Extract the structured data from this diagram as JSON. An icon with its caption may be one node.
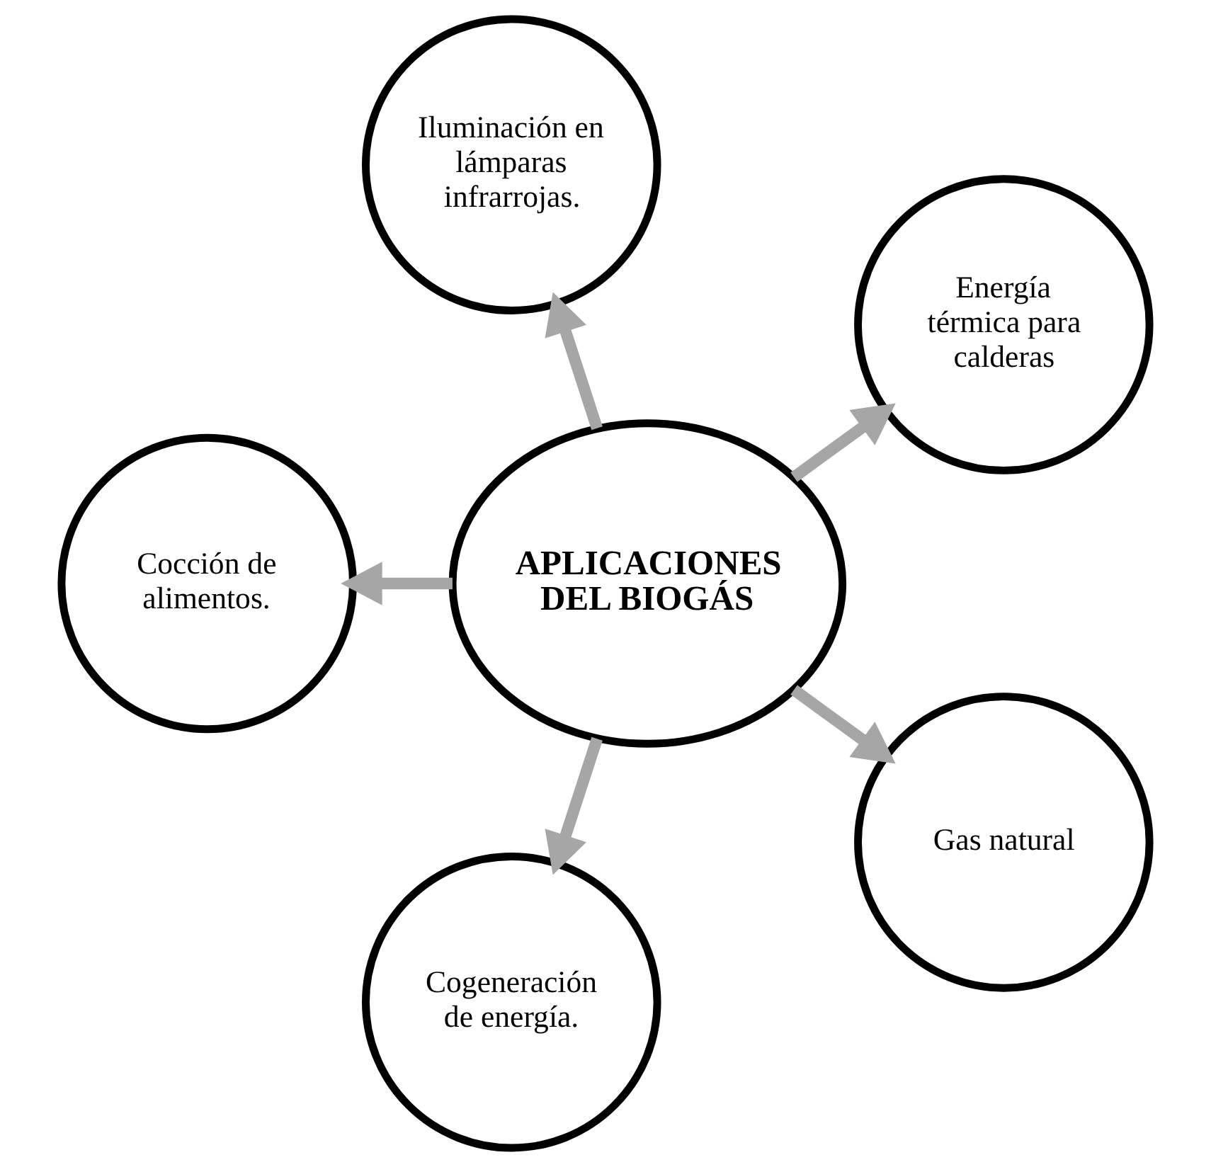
{
  "diagram": {
    "nodes": [
      {
        "text": [
          "APLICACIONES DEL BIOGÁS"
        ]
      },
      {
        "text": [
          "Energía térmica para calderas"
        ]
      },
      {
        "text": [
          "Iluminación en lámparas infrarrojas."
        ]
      },
      {
        "text": [
          "Cocción de alimentos."
        ]
      },
      {
        "text": [
          "Cogeneración de energía."
        ]
      },
      {
        "text": [
          "Gas natural"
        ]
      }
    ],
    "edges": [
      {
        "from": 0,
        "to": 1,
        "arrow": "to"
      },
      {
        "from": 0,
        "to": 2,
        "arrow": "to"
      },
      {
        "from": 0,
        "to": 3,
        "arrow": "to"
      },
      {
        "from": 0,
        "to": 4,
        "arrow": "to"
      },
      {
        "from": 0,
        "to": 5,
        "arrow": "to"
      }
    ]
  }
}
